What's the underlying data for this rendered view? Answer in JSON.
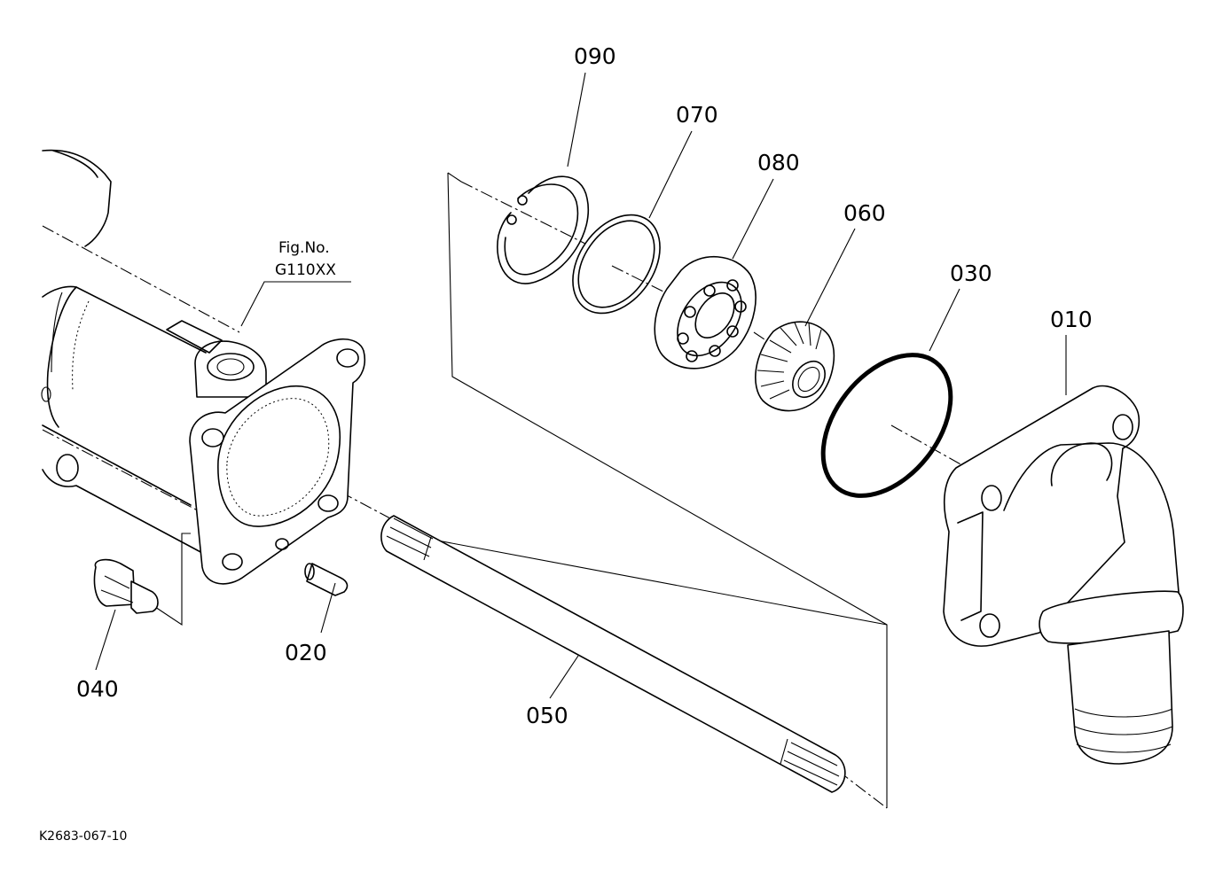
{
  "figure": {
    "ref_label": "Fig.No.",
    "ref_code": "G110XX",
    "drawing_code": "K2683-067-10"
  },
  "parts": [
    {
      "key": "p090",
      "number": "090"
    },
    {
      "key": "p070",
      "number": "070"
    },
    {
      "key": "p080",
      "number": "080"
    },
    {
      "key": "p060",
      "number": "060"
    },
    {
      "key": "p030",
      "number": "030"
    },
    {
      "key": "p010",
      "number": "010"
    },
    {
      "key": "p020",
      "number": "020"
    },
    {
      "key": "p040",
      "number": "040"
    },
    {
      "key": "p050",
      "number": "050"
    }
  ],
  "colors": {
    "line": "#000000",
    "background": "#ffffff"
  }
}
